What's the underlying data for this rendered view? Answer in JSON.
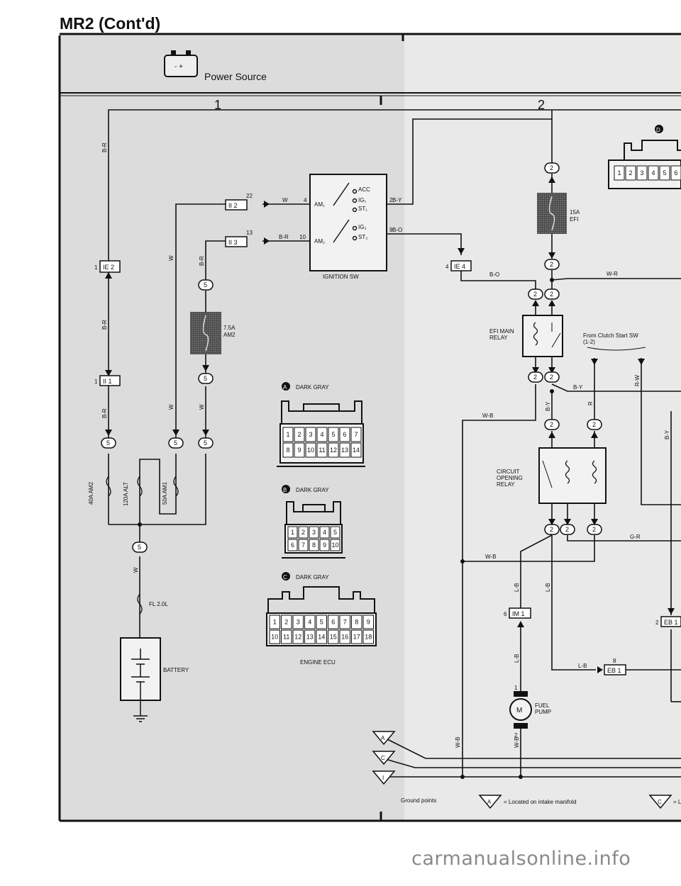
{
  "page": {
    "title": "MR2 (Cont'd)",
    "watermark": "carmanualsonline.info"
  },
  "section": {
    "heading": "Power Source",
    "columns": [
      "1",
      "2"
    ]
  },
  "labels": {
    "ignition_sw": "IGNITION SW",
    "acc": "ACC",
    "ig1": "IG₁",
    "st1": "ST₁",
    "ig2": "IG₂",
    "st2": "ST₂",
    "am1": "AM₁",
    "am2": "AM₂",
    "fuse_am2_amp": "7.5A",
    "fuse_am2_name": "AM2",
    "fuse_efi_amp": "15A",
    "fuse_efi_name": "EFI",
    "fl_40a": "40A AM2",
    "fl_120a": "120A ALT",
    "fl_50a": "50A AM1",
    "fl_main": "FL 2.0L",
    "battery": "BATTERY",
    "efi_main_relay_1": "EFI MAIN",
    "efi_main_relay_2": "RELAY",
    "circuit_1": "CIRCUIT",
    "circuit_2": "OPENING",
    "circuit_3": "RELAY",
    "fuel_1": "FUEL",
    "fuel_2": "PUMP",
    "motor": "M",
    "from_clutch_1": "From Clutch Start SW",
    "from_clutch_2": "(1-2)",
    "engine_ecu": "ENGINE ECU",
    "ground_points": "Ground points",
    "ground_a_note": "= Located on intake manifold",
    "ground_c_note": "= L"
  },
  "connectors": {
    "A": {
      "letter": "A",
      "name": "DARK GRAY",
      "row1": [
        "1",
        "2",
        "3",
        "4",
        "5",
        "6",
        "7"
      ],
      "row2": [
        "8",
        "9",
        "10",
        "11",
        "12",
        "13",
        "14"
      ]
    },
    "B": {
      "letter": "B",
      "name": "DARK GRAY",
      "row1": [
        "1",
        "2",
        "3",
        "4",
        "5"
      ],
      "row2": [
        "6",
        "7",
        "8",
        "9",
        "10"
      ]
    },
    "C": {
      "letter": "C",
      "name": "DARK GRAY",
      "row1": [
        "1",
        "2",
        "3",
        "4",
        "5",
        "6",
        "7",
        "8",
        "9"
      ],
      "row2": [
        "10",
        "11",
        "12",
        "13",
        "14",
        "15",
        "16",
        "17",
        "18"
      ]
    },
    "D": {
      "letter": "D",
      "row1": [
        "1",
        "2",
        "3",
        "4",
        "5",
        "6"
      ]
    }
  },
  "junctions": {
    "ie2": {
      "pin": "1",
      "code": "IE 2"
    },
    "ii1": {
      "pin": "1",
      "code": "II 1"
    },
    "ii2": {
      "pin": "22",
      "code": "II 2"
    },
    "ii3": {
      "pin": "13",
      "code": "II 3"
    },
    "ie4": {
      "pin": "4",
      "code": "IE 4"
    },
    "im1": {
      "pin": "6",
      "code": "IM 1"
    },
    "eb1a": {
      "pin": "8",
      "code": "EB 1"
    },
    "eb1b": {
      "pin": "2",
      "code": "EB 1"
    }
  },
  "pins": {
    "sw_4": "4",
    "sw_10": "10",
    "sw_2": "2",
    "sw_9": "9",
    "pump_1": "1",
    "pump_2": "2",
    "c5": "5",
    "c2": "2"
  },
  "wires": {
    "br": "B-R",
    "w": "W",
    "by": "B-Y",
    "bo": "B-O",
    "wr": "W-R",
    "wb": "W-B",
    "r": "R",
    "rw": "R-W",
    "lb": "L-B",
    "gr": "G-R"
  },
  "grounds": [
    "A",
    "C",
    "I"
  ]
}
